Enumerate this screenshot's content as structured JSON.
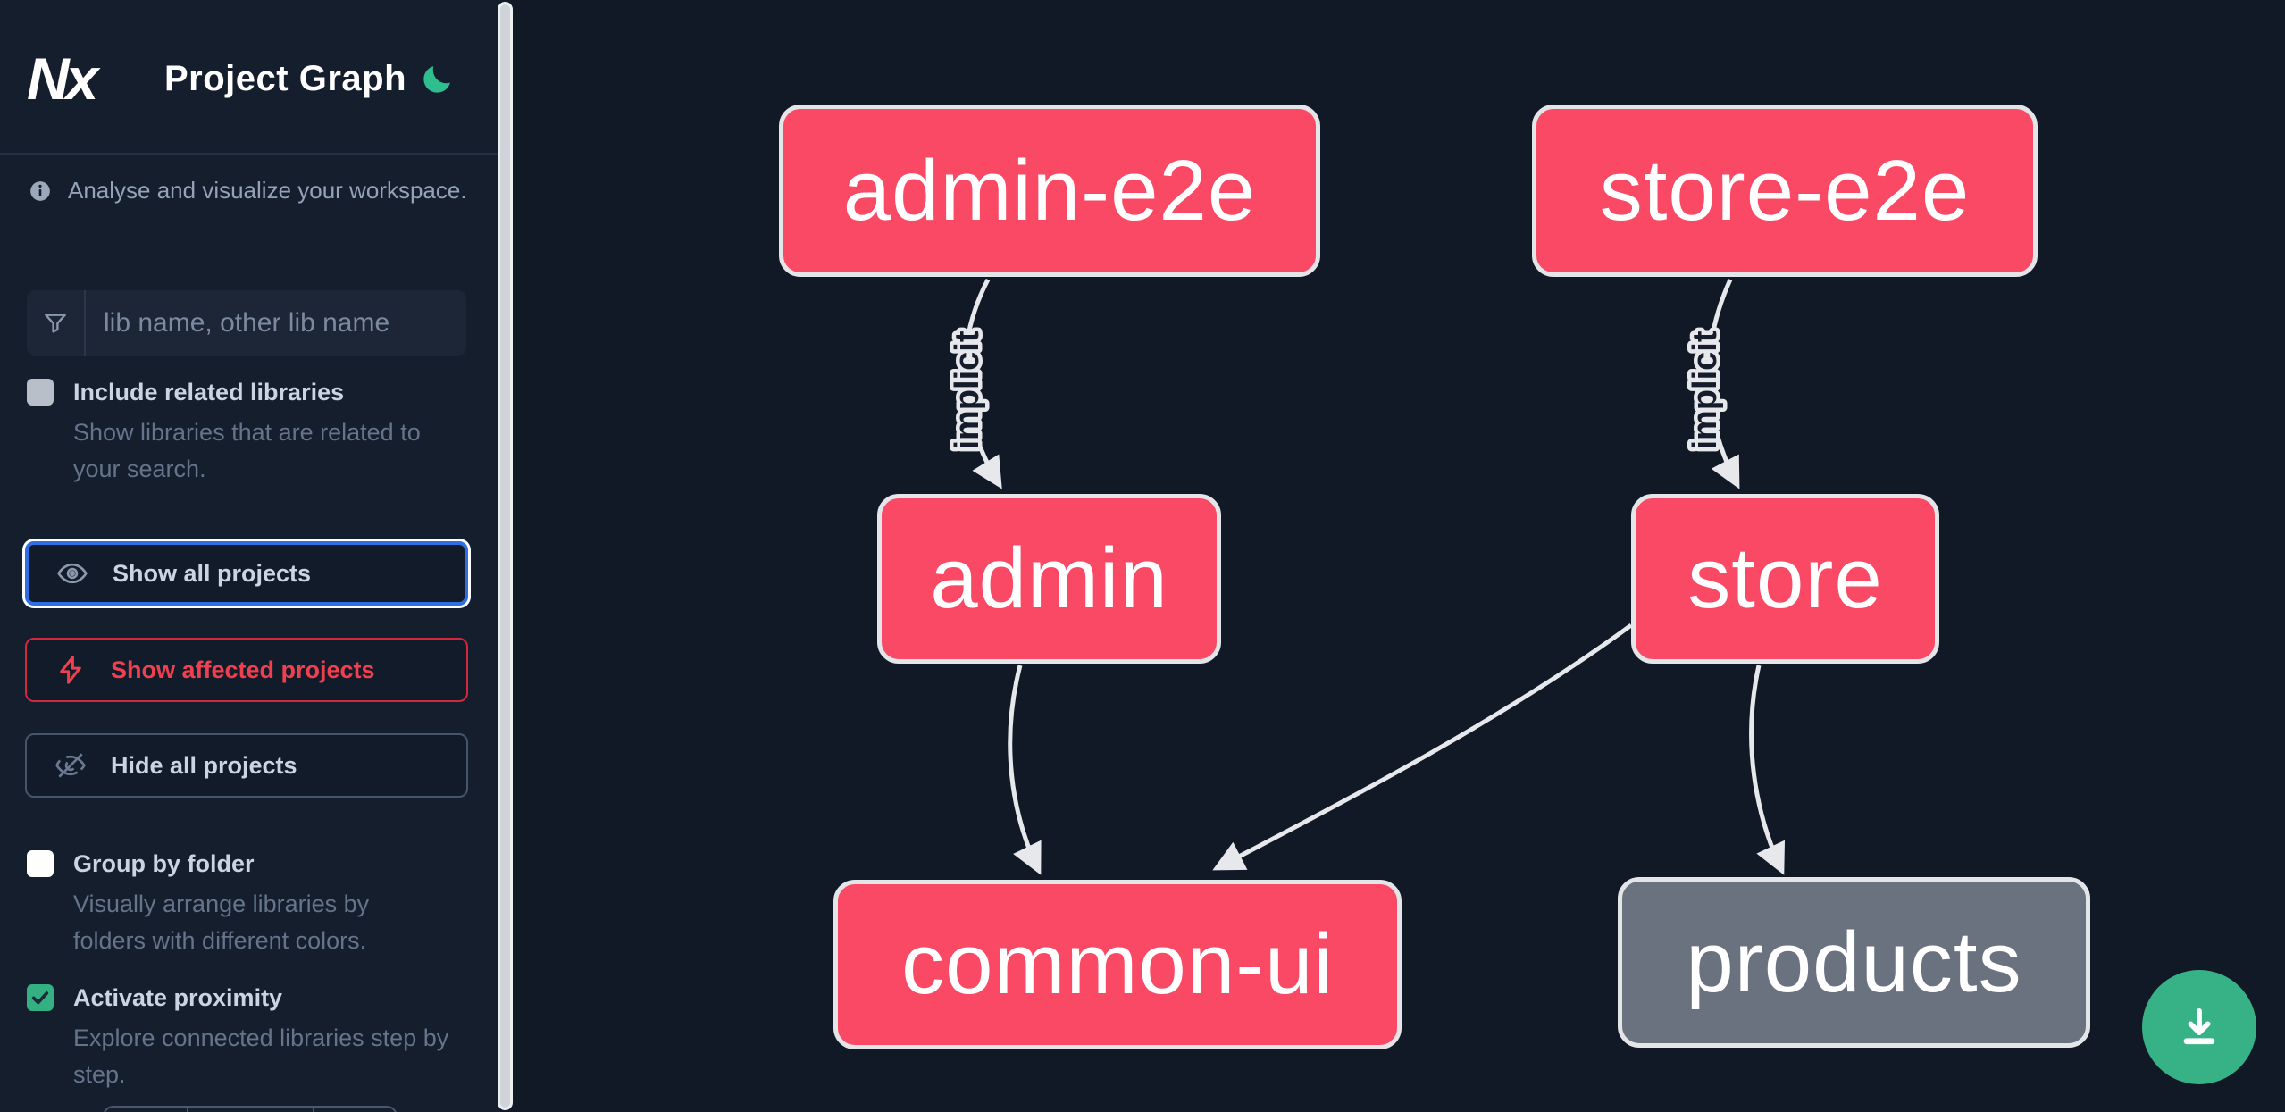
{
  "header": {
    "logo_text": "Nx",
    "app_title": "Project Graph"
  },
  "sidebar": {
    "tagline": "Analyse and visualize your workspace.",
    "search": {
      "placeholder": "lib name, other lib name",
      "value": ""
    },
    "toggles": [
      {
        "label": "Include related libraries",
        "description": "Show libraries that are related to your search.",
        "checked": false
      },
      {
        "label": "Group by folder",
        "description": "Visually arrange libraries by folders with different colors.",
        "checked": false
      },
      {
        "label": "Activate proximity",
        "description": "Explore connected libraries step by step.",
        "checked": true
      }
    ],
    "buttons": [
      {
        "label": "Show all projects",
        "icon": "eye-icon",
        "state": "focused"
      },
      {
        "label": "Show affected projects",
        "icon": "bolt-icon",
        "state": "affected"
      },
      {
        "label": "Hide all projects",
        "icon": "eye-off-icon",
        "state": "default"
      }
    ]
  },
  "graph": {
    "nodes": [
      {
        "id": "admin-e2e",
        "label": "admin-e2e",
        "type": "affected"
      },
      {
        "id": "store-e2e",
        "label": "store-e2e",
        "type": "affected"
      },
      {
        "id": "admin",
        "label": "admin",
        "type": "affected"
      },
      {
        "id": "store",
        "label": "store",
        "type": "affected"
      },
      {
        "id": "common-ui",
        "label": "common-ui",
        "type": "affected"
      },
      {
        "id": "products",
        "label": "products",
        "type": "plain"
      }
    ],
    "edges": [
      {
        "from": "admin-e2e",
        "to": "admin",
        "label": "implicit"
      },
      {
        "from": "store-e2e",
        "to": "store",
        "label": "implicit"
      },
      {
        "from": "admin",
        "to": "common-ui",
        "label": ""
      },
      {
        "from": "store",
        "to": "common-ui",
        "label": ""
      },
      {
        "from": "store",
        "to": "products",
        "label": ""
      }
    ]
  },
  "fab": {
    "action": "download"
  },
  "colors": {
    "sidebar_bg": "#151e2d",
    "canvas_bg": "#111927",
    "node_affected": "#fa4964",
    "node_plain": "#6a7280",
    "edge": "#e6e8ec",
    "focus_blue": "#2f6fe4",
    "affected_red": "#f0404f",
    "success_green": "#34b183",
    "text_label": "#cbd5e1",
    "text_muted": "#64748b"
  }
}
